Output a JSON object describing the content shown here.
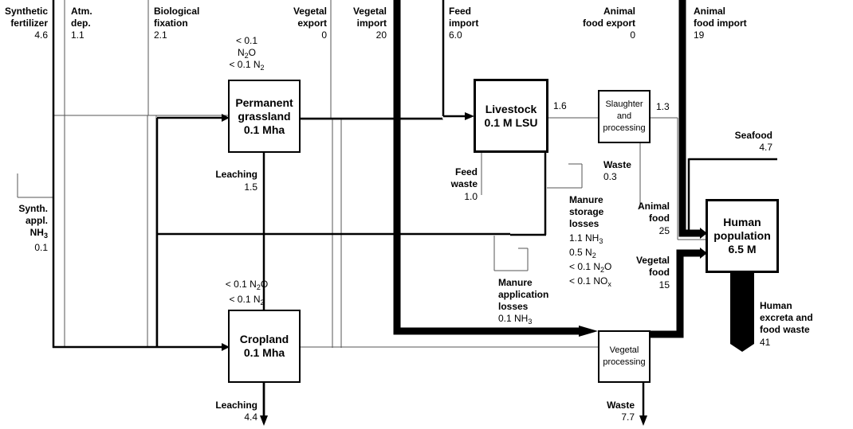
{
  "inputs": {
    "synthetic_fertilizer": {
      "name_line1": "Synthetic",
      "name_line2": "fertilizer",
      "value": "4.6"
    },
    "atm_dep": {
      "name_line1": "Atm.",
      "name_line2": "dep.",
      "value": "1.1"
    },
    "biological_fixation": {
      "name_line1": "Biological",
      "name_line2": "fixation",
      "value": "2.1"
    },
    "vegetal_export": {
      "name_line1": "Vegetal",
      "name_line2": "export",
      "value": "0"
    },
    "vegetal_import": {
      "name_line1": "Vegetal",
      "name_line2": "import",
      "value": "20"
    },
    "feed_import": {
      "name_line1": "Feed",
      "name_line2": "import",
      "value": "6.0"
    },
    "animal_food_export": {
      "name_line1": "Animal",
      "name_line2": "food export",
      "value": "0"
    },
    "animal_food_import": {
      "name_line1": "Animal",
      "name_line2": "food import",
      "value": "19"
    },
    "synth_appl_nh3": {
      "line1": "Synth.",
      "line2": "appl.",
      "line3": "NH",
      "sub": "3",
      "value": "0.1"
    }
  },
  "nodes": {
    "permanent_grassland": {
      "line1": "Permanent",
      "line2": "grassland",
      "line3": "0.1 Mha"
    },
    "cropland": {
      "line1": "Cropland",
      "line2": "0.1 Mha"
    },
    "livestock": {
      "line1": "Livestock",
      "line2": "0.1 M LSU"
    },
    "slaughter": {
      "line1": "Slaughter",
      "line2": "and",
      "line3": "processing"
    },
    "vegetal_processing": {
      "line1": "Vegetal",
      "line2": "processing"
    },
    "human_population": {
      "line1": "Human",
      "line2": "population",
      "line3": "6.5 M"
    }
  },
  "grassland_emissions": {
    "line1": "< 0.1",
    "line2": "N",
    "line2_sub": "2",
    "line2_tail": "O",
    "line3": "< 0.1 N",
    "line3_sub": "2"
  },
  "cropland_emissions": {
    "line1": "< 0.1 N",
    "line1_sub": "2",
    "line1_tail": "O",
    "line2": "< 0.1 N",
    "line2_sub": "2"
  },
  "flows": {
    "grassland_leaching": {
      "label": "Leaching",
      "value": "1.5"
    },
    "cropland_leaching": {
      "label": "Leaching",
      "value": "4.4"
    },
    "livestock_to_slaughter": {
      "value": "1.6"
    },
    "slaughter_out": {
      "value": "1.3"
    },
    "slaughter_waste": {
      "label": "Waste",
      "value": "0.3"
    },
    "feed_waste": {
      "label_line1": "Feed",
      "label_line2": "waste",
      "value": "1.0"
    },
    "seafood": {
      "label": "Seafood",
      "value": "4.7"
    },
    "animal_food": {
      "label_line1": "Animal",
      "label_line2": "food",
      "value": "25"
    },
    "vegetal_food": {
      "label_line1": "Vegetal",
      "label_line2": "food",
      "value": "15"
    },
    "vegetal_waste": {
      "label": "Waste",
      "value": "7.7"
    },
    "human_excreta": {
      "line1": "Human",
      "line2": "excreta and",
      "line3": "food waste",
      "value": "41"
    }
  },
  "manure_storage_losses": {
    "line1": "Manure",
    "line2": "storage",
    "line3": "losses",
    "nh3": "1.1 NH",
    "nh3_sub": "3",
    "n2": "0.5 N",
    "n2_sub": "2",
    "n2o": "< 0.1 N",
    "n2o_sub": "2",
    "n2o_tail": "O",
    "nox": "< 0.1 NO",
    "nox_sub": "x"
  },
  "manure_application_losses": {
    "line1": "Manure",
    "line2": "application",
    "line3": "losses",
    "value": "0.1 NH",
    "value_sub": "3"
  }
}
